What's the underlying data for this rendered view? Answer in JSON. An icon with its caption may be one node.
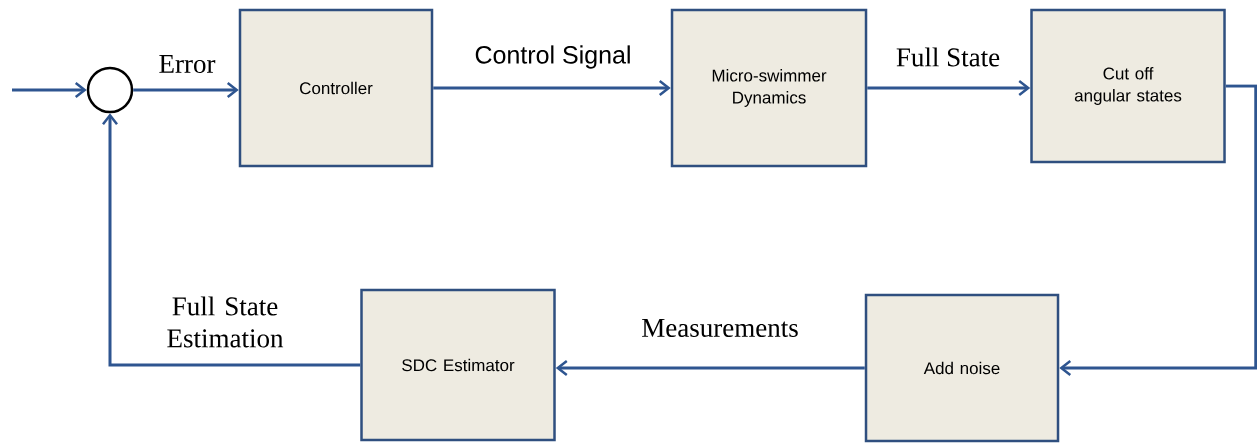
{
  "diagram": {
    "nodes": [
      {
        "text": [],
        "shape": "circle"
      },
      {
        "text": [
          "Controller"
        ]
      },
      {
        "text": [
          "Micro-swimmer Dynamics"
        ]
      },
      {
        "text": [
          "Cut off angular states"
        ]
      },
      {
        "text": [
          "Add noise"
        ]
      },
      {
        "text": [
          "SDC Estimator"
        ]
      }
    ],
    "edges": [
      {
        "from": null,
        "to": 0,
        "arrow": "to"
      },
      {
        "from": 0,
        "to": 1,
        "arrow": "to",
        "label": "Error"
      },
      {
        "from": 1,
        "to": 2,
        "arrow": "to",
        "label": "Control Signal"
      },
      {
        "from": 2,
        "to": 3,
        "arrow": "to",
        "label": "Full State"
      },
      {
        "from": 3,
        "to": 4,
        "arrow": "to"
      },
      {
        "from": 4,
        "to": 5,
        "arrow": "to",
        "label": "Measurements"
      },
      {
        "from": 5,
        "to": 0,
        "arrow": "to",
        "label": "Full State Estimation"
      }
    ]
  }
}
